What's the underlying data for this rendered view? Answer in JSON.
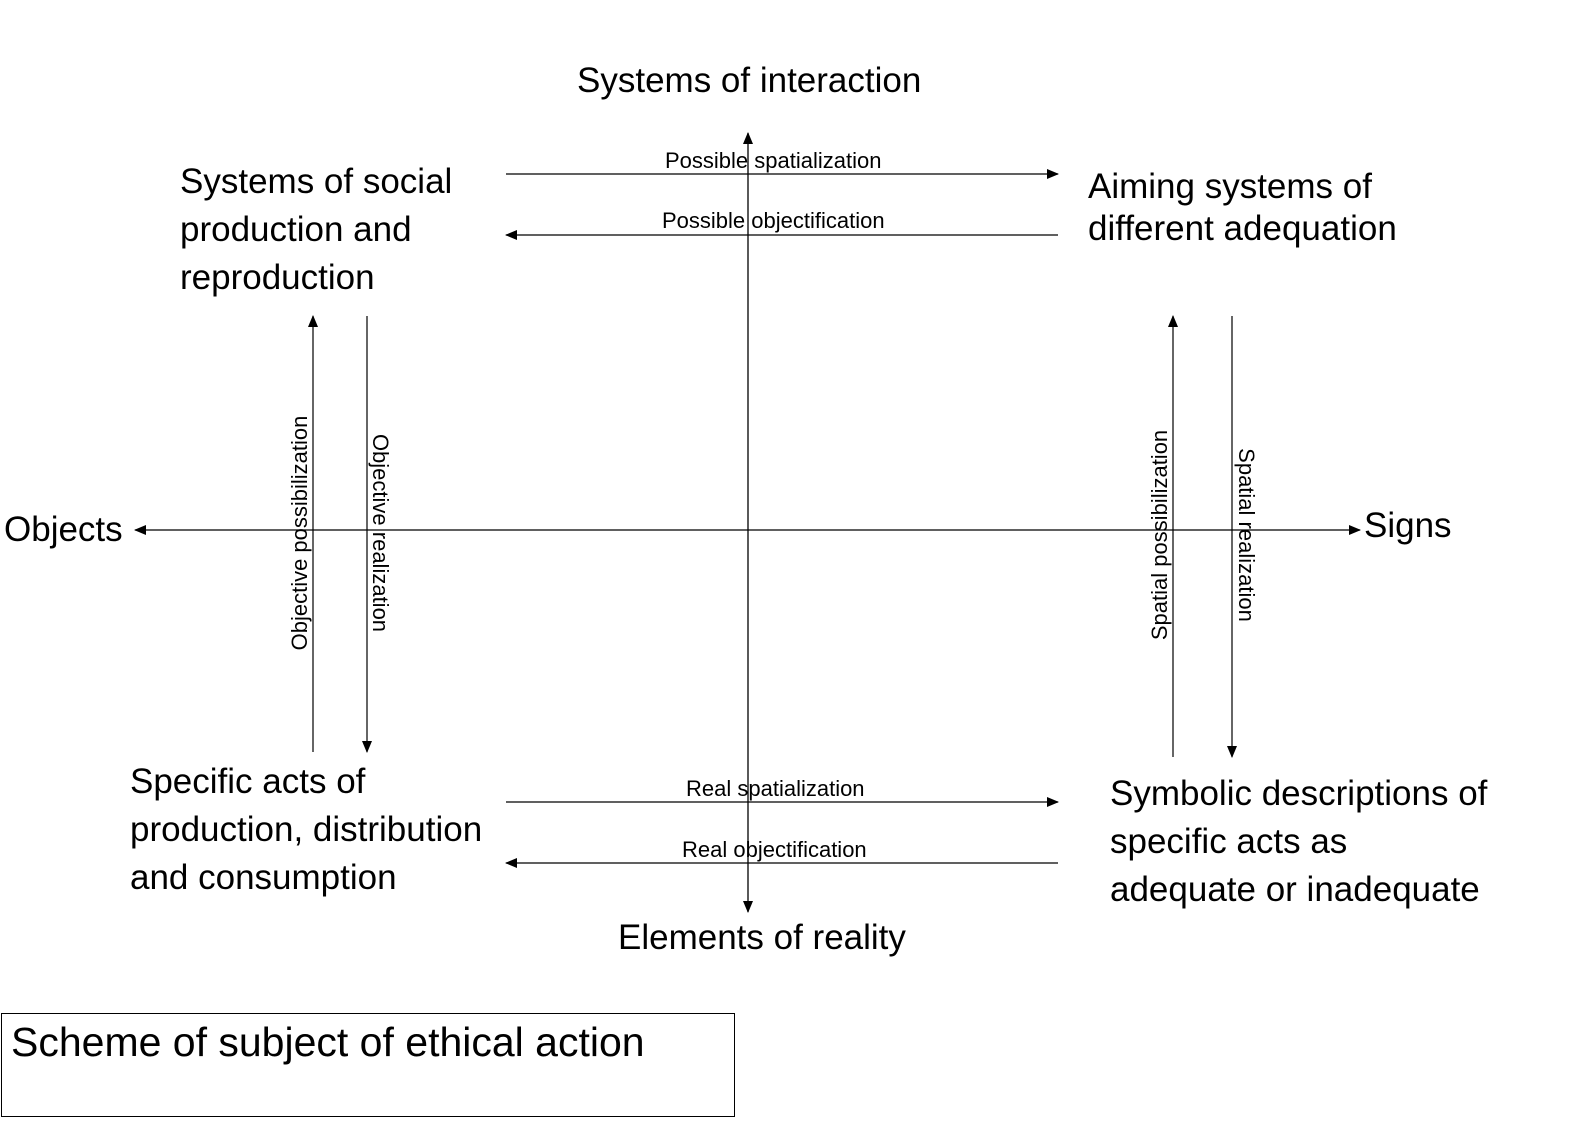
{
  "axes": {
    "top": "Systems of interaction",
    "bottom": "Elements of reality",
    "left": "Objects",
    "right": "Signs"
  },
  "nodes": {
    "top_left": "Systems of social\nproduction and\nreproduction",
    "top_right": "Aiming systems of\ndifferent adequation",
    "bottom_left": "Specific acts of\nproduction, distribution\nand consumption",
    "bottom_right": "Symbolic descriptions of\nspecific acts as\nadequate or inadequate"
  },
  "arrows": {
    "possible_spatialization": "Possible spatialization",
    "possible_objectification": "Possible objectification",
    "real_spatialization": "Real spatialization",
    "real_objectification": "Real objectification",
    "objective_possibilization": "Objective possibilization",
    "objective_realization": "Objective realization",
    "spatial_possibilization": "Spatial possibilization",
    "spatial_realization": "Spatial realization"
  },
  "caption": "Scheme of subject of ethical action"
}
